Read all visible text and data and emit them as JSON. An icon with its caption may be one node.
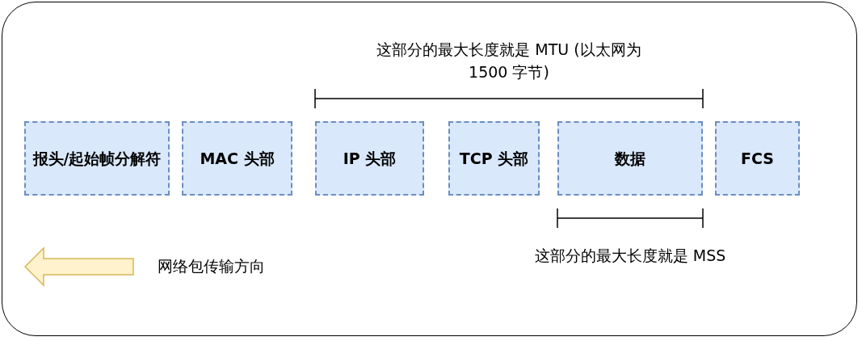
{
  "diagram": {
    "nodes": [
      {
        "text": [
          "报头/起始帧分解符"
        ]
      },
      {
        "text": [
          "MAC 头部"
        ]
      },
      {
        "text": [
          "IP 头部"
        ]
      },
      {
        "text": [
          "TCP 头部"
        ]
      },
      {
        "text": [
          "数据"
        ]
      },
      {
        "text": [
          "FCS"
        ]
      }
    ],
    "labels": [
      "这部分的最大长度就是 MTU (以太网为 1500 字节)",
      "这部分的最大长度就是 MSS",
      "网络包传输方向"
    ]
  }
}
